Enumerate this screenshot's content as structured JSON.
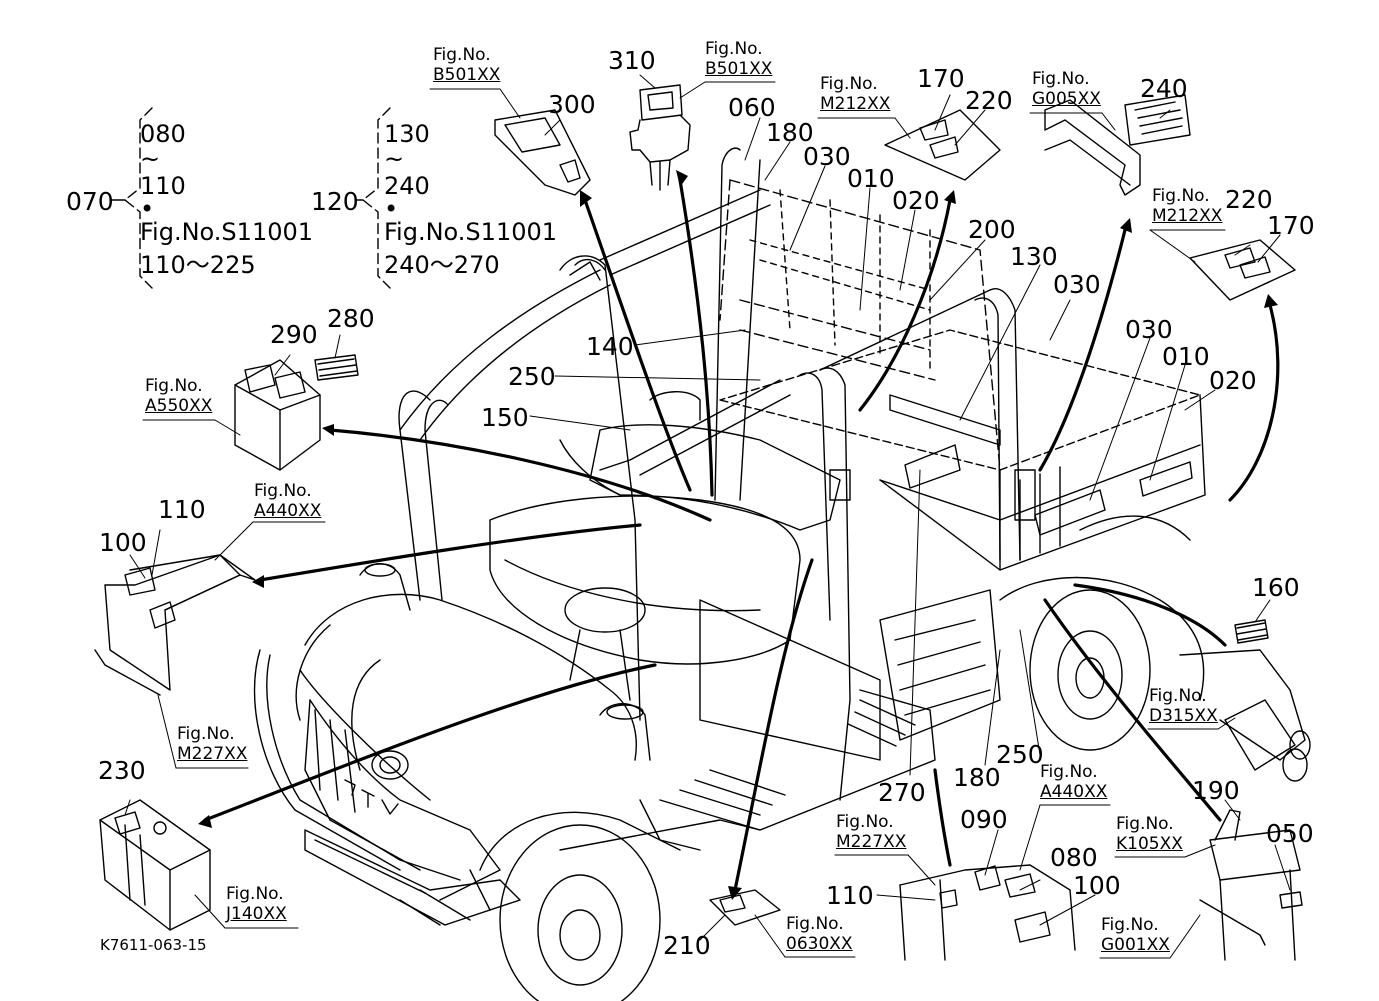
{
  "document_code": "K7611-063-15",
  "groups": [
    {
      "id": "070",
      "lines": [
        "080",
        "~",
        "110",
        "•",
        "Fig.No.S11001",
        "110～225"
      ]
    },
    {
      "id": "120",
      "lines": [
        "130",
        "~",
        "240",
        "•",
        "Fig.No.S11001",
        "240～270"
      ]
    }
  ],
  "fig_label": "Fig.No.",
  "figs": [
    "B501XX",
    "B501XX",
    "M212XX",
    "G005XX",
    "M212XX",
    "A550XX",
    "A440XX",
    "M227XX",
    "D315XX",
    "A440XX",
    "M227XX",
    "K105XX",
    "J140XX",
    "0630XX",
    "G001XX"
  ],
  "callouts": [
    "310",
    "300",
    "060",
    "180",
    "030",
    "010",
    "020",
    "170",
    "220",
    "240",
    "220",
    "170",
    "200",
    "130",
    "030",
    "030",
    "010",
    "020",
    "290",
    "280",
    "140",
    "250",
    "150",
    "110",
    "100",
    "160",
    "230",
    "270",
    "180",
    "250",
    "090",
    "080",
    "100",
    "190",
    "050",
    "110",
    "210"
  ]
}
